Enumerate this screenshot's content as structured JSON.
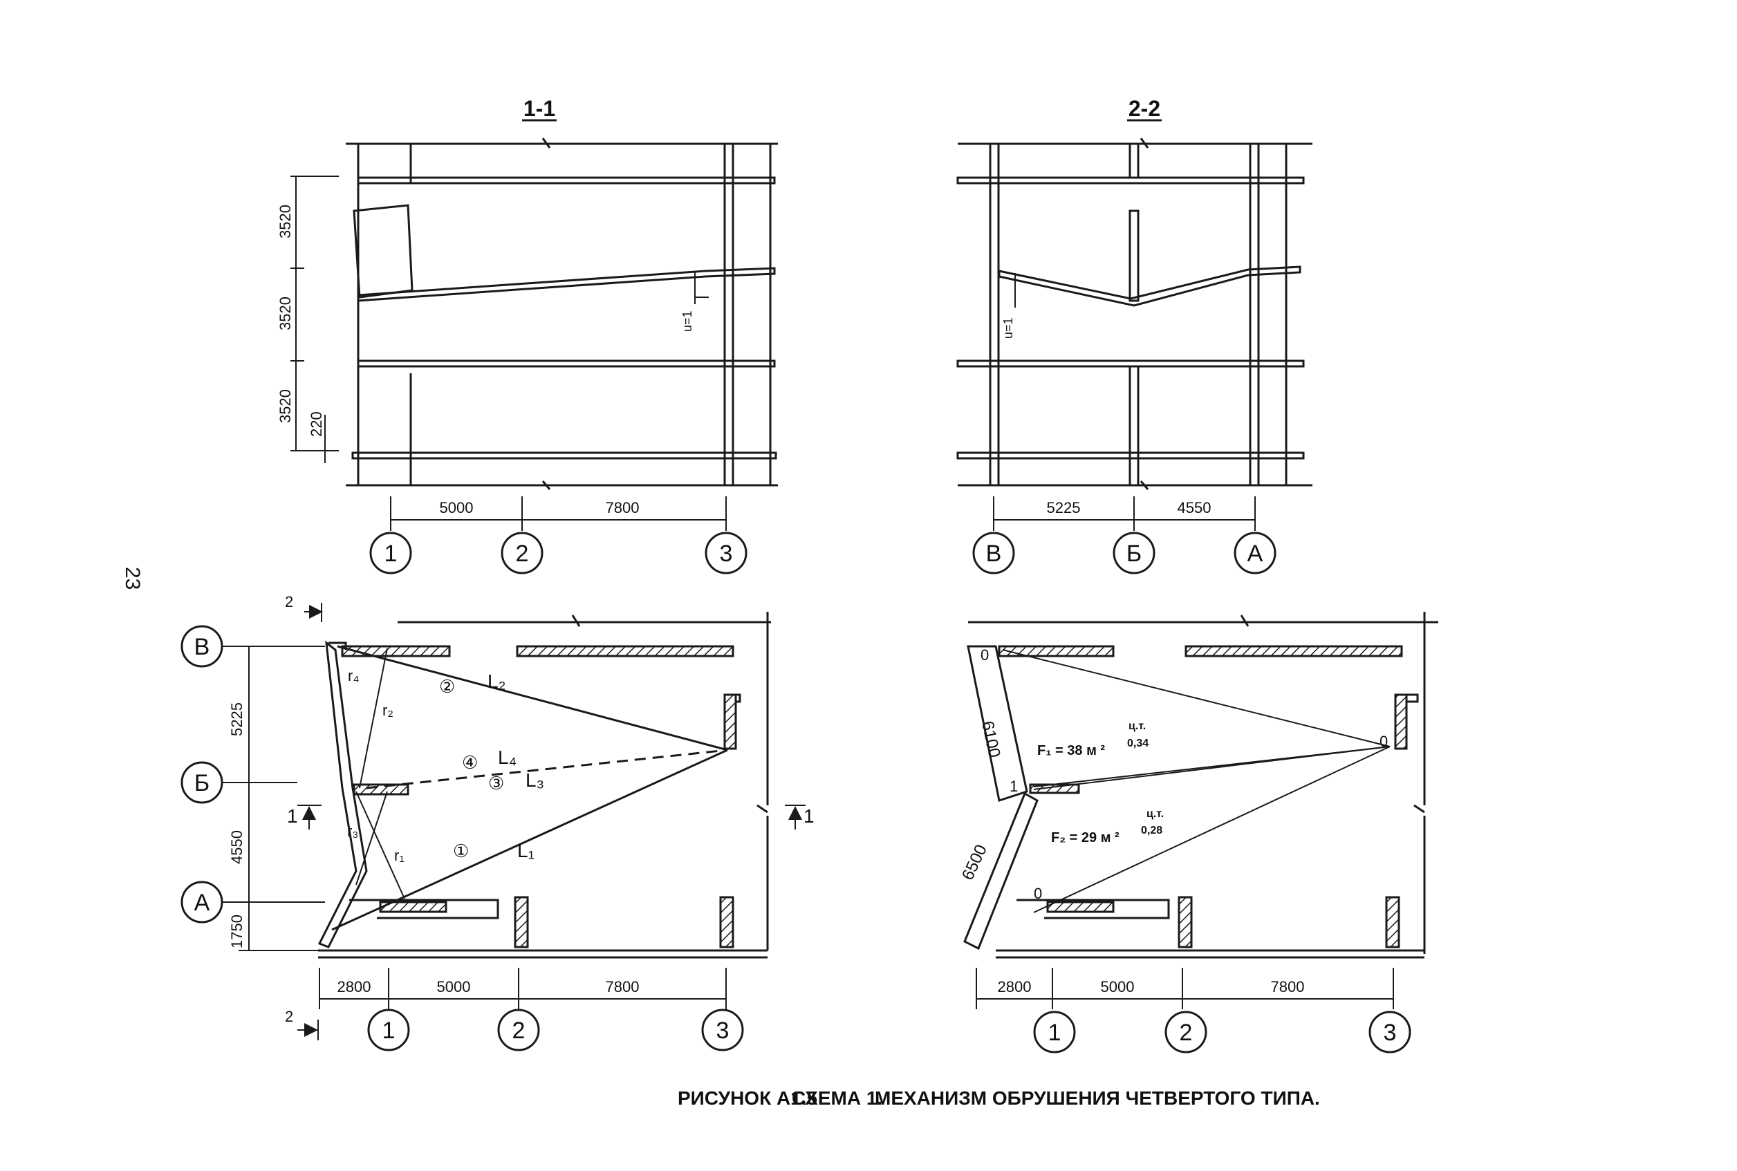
{
  "page_number": "23",
  "section_1_1": {
    "title": "1-1",
    "level_dims": [
      "3520",
      "3520",
      "3520",
      "220"
    ],
    "span_dims": [
      "5000",
      "7800"
    ],
    "axes": [
      "1",
      "2",
      "3"
    ],
    "deflection": "u=1"
  },
  "section_2_2": {
    "title": "2-2",
    "span_dims": [
      "5225",
      "4550"
    ],
    "axes": [
      "В",
      "Б",
      "А"
    ],
    "deflection": "u=1"
  },
  "plan_left": {
    "row_axes": [
      "В",
      "Б",
      "А"
    ],
    "row_dims": [
      "5225",
      "4550",
      "1750"
    ],
    "col_dims": [
      "2800",
      "5000",
      "7800"
    ],
    "col_axes": [
      "1",
      "2",
      "3"
    ],
    "cut_mark_2": "2",
    "cut_mark_1": "1",
    "line_labels": [
      "L₂",
      "L₄",
      "L₃",
      "L₁"
    ],
    "line_numbers": [
      "②",
      "④",
      "③",
      "①"
    ],
    "radius_labels": [
      "r₄",
      "r₂",
      "r₃",
      "r₁"
    ]
  },
  "plan_right": {
    "col_dims": [
      "2800",
      "5000",
      "7800"
    ],
    "col_axes": [
      "1",
      "2",
      "3"
    ],
    "edge_dims": [
      "6100",
      "6500"
    ],
    "point_labels": [
      "0",
      "0",
      "1",
      "0"
    ],
    "area_1": "F₁ = 38 м ²",
    "area_2": "F₂ = 29 м ²",
    "ct_label": "ц.т.",
    "ct_1": "0,34",
    "ct_2": "0,28"
  },
  "caption": {
    "figure": "РИСУНОК А1.5",
    "scheme": "СХЕМА 1.",
    "title": "МЕХАНИЗМ ОБРУШЕНИЯ ЧЕТВЕРТОГО ТИПА."
  }
}
